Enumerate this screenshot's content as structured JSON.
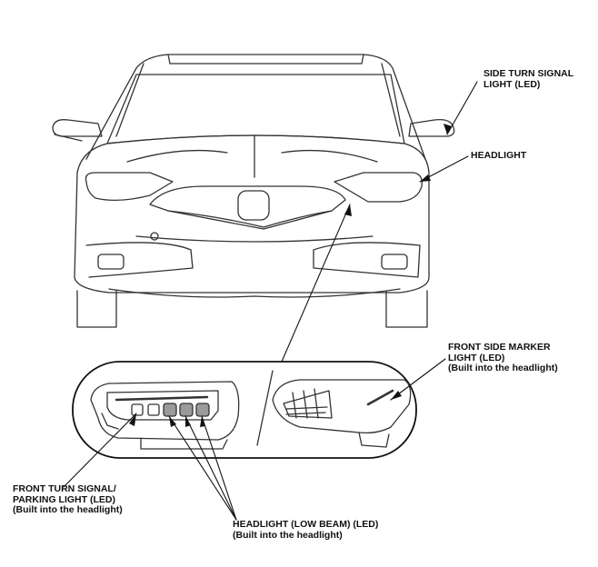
{
  "labels": {
    "side_turn_signal": [
      "SIDE TURN SIGNAL",
      "LIGHT (LED)"
    ],
    "headlight": [
      "HEADLIGHT"
    ],
    "front_side_marker": [
      "FRONT SIDE MARKER",
      "LIGHT (LED)",
      "(Built into the headlight)"
    ],
    "front_turn_parking": [
      "FRONT TURN SIGNAL/",
      "PARKING LIGHT (LED)",
      "(Built into the headlight)"
    ],
    "low_beam": [
      "HEADLIGHT (LOW BEAM) (LED)",
      "(Built into the headlight)"
    ]
  },
  "colors": {
    "line": "#222222",
    "led_fill": "#9a9a9a",
    "paper": "#ffffff"
  }
}
